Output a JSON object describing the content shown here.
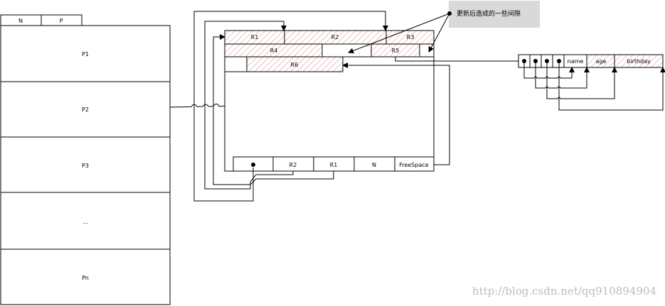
{
  "page_header": {
    "n_label": "N",
    "p_label": "P"
  },
  "page_list": [
    "P1",
    "P2",
    "P3",
    "...",
    "Pn"
  ],
  "page_detail": {
    "records": {
      "r1": "R1",
      "r2": "R2",
      "r3": "R3",
      "r4": "R4",
      "r5": "R5",
      "r6": "R6"
    },
    "directory": {
      "r2": "R2",
      "r1": "R1",
      "n": "N",
      "free_space": "FreeSpace"
    }
  },
  "annotation": "更新后造成的一些间隙",
  "record_format": {
    "fields": [
      "name",
      "age",
      "birthday"
    ]
  },
  "watermark": "http://blog.csdn.net/qq910894904",
  "colors": {
    "hatch": "#e8a0a0",
    "note_bg": "#d9d9d9",
    "watermark": "#bdbdbd"
  }
}
